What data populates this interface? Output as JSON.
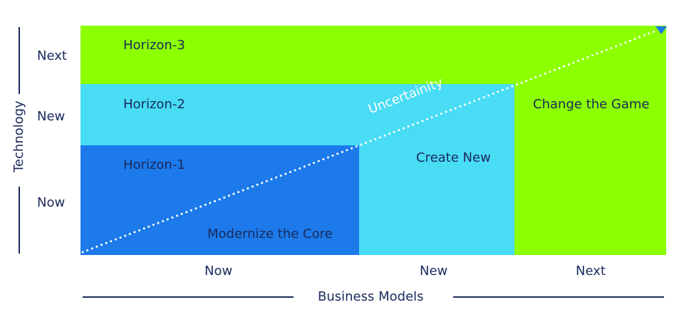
{
  "colors": {
    "horizon3": "#8cff00",
    "horizon2": "#49dcf5",
    "horizon1": "#1c7aea",
    "text": "#1b2a5c",
    "diagonal": "#ffffff",
    "arrow": "#1c7aea"
  },
  "regions": {
    "horizon3_label": "Horizon-3",
    "horizon2_label": "Horizon-2",
    "horizon1_label": "Horizon-1",
    "modernize": "Modernize the Core",
    "create_new": "Create New",
    "change_game": "Change the Game"
  },
  "diagonal_label": "Uncertainity",
  "y_axis": {
    "title": "Technology",
    "ticks": [
      "Next",
      "New",
      "Now"
    ]
  },
  "x_axis": {
    "title": "Business Models",
    "ticks": [
      "Now",
      "New",
      "Next"
    ]
  }
}
